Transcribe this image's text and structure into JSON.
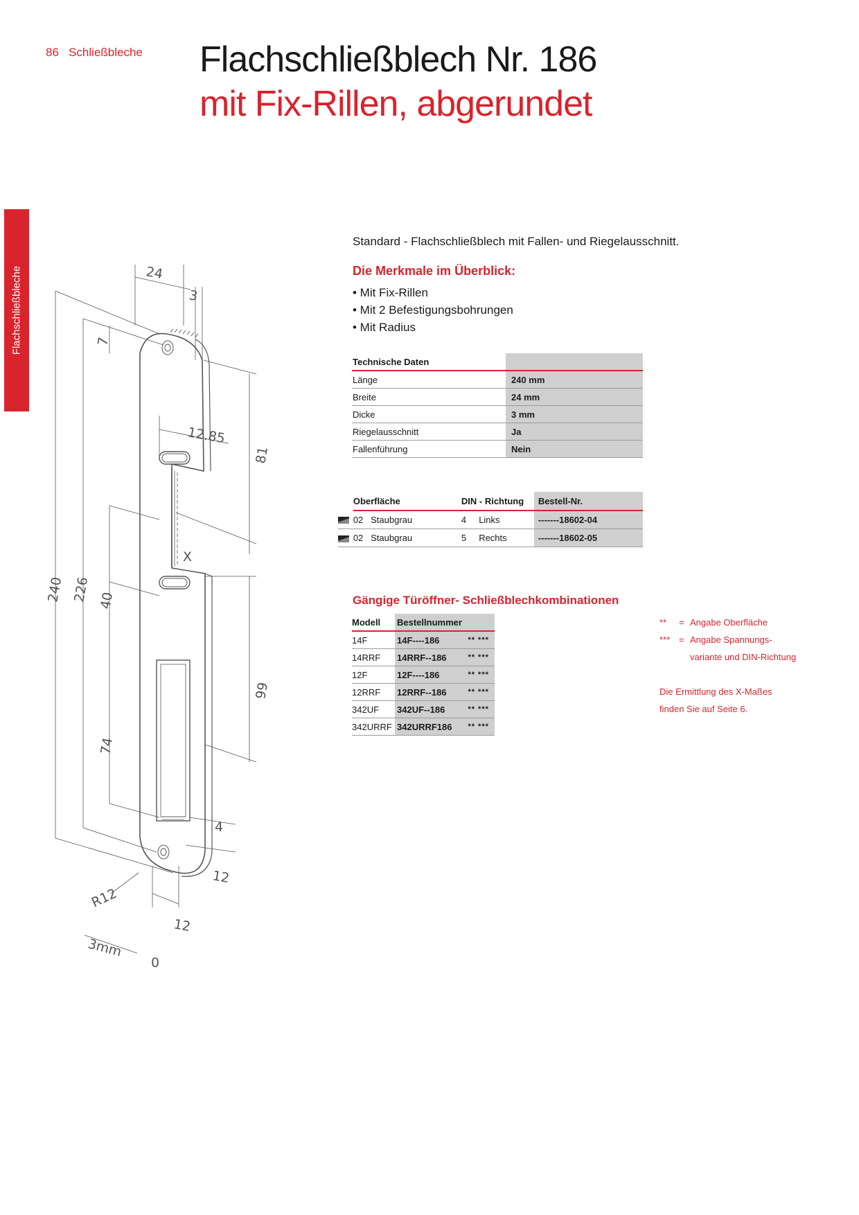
{
  "header": {
    "page_number": "86",
    "section": "Schließbleche",
    "title_line1": "Flachschließblech Nr. 186",
    "title_line2": "mit Fix-Rillen, abgerundet"
  },
  "side_tab": "Flachschließbleche",
  "intro": "Standard - Flachschließblech mit Fallen- und Riegelausschnitt.",
  "features": {
    "heading": "Die Merkmale im Überblick:",
    "items": [
      "• Mit Fix-Rillen",
      "• Mit 2 Befestigungsbohrungen",
      "• Mit Radius"
    ]
  },
  "tech_data": {
    "heading": "Technische Daten",
    "rows": [
      {
        "label": "Länge",
        "value": "240 mm"
      },
      {
        "label": "Breite",
        "value": "24 mm"
      },
      {
        "label": "Dicke",
        "value": "3 mm"
      },
      {
        "label": "Riegelausschnitt",
        "value": "Ja"
      },
      {
        "label": "Fallenführung",
        "value": "Nein"
      }
    ]
  },
  "surface_table": {
    "headers": [
      "Oberfläche",
      "DIN - Richtung",
      "Bestell-Nr."
    ],
    "rows": [
      {
        "code": "02",
        "name": "Staubgrau",
        "din": "4",
        "dir": "Links",
        "order": "-------18602-04"
      },
      {
        "code": "02",
        "name": "Staubgrau",
        "din": "5",
        "dir": "Rechts",
        "order": "-------18602-05"
      }
    ]
  },
  "combinations": {
    "heading": "Gängige Türöffner- Schließblechkombinationen",
    "headers": [
      "Modell",
      "Bestellnummer"
    ],
    "rows": [
      {
        "model": "14F",
        "order": "14F----186",
        "stars": "** ***"
      },
      {
        "model": "14RRF",
        "order": "14RRF--186",
        "stars": "** ***"
      },
      {
        "model": "12F",
        "order": "12F----186",
        "stars": "** ***"
      },
      {
        "model": "12RRF",
        "order": "12RRF--186",
        "stars": "** ***"
      },
      {
        "model": "342UF",
        "order": "342UF--186",
        "stars": "** ***"
      },
      {
        "model": "342URRF",
        "order": "342URRF186",
        "stars": "** ***"
      }
    ]
  },
  "notes": {
    "n1_key": "**",
    "n1_eq": "=",
    "n1_text": "Angabe Oberfläche",
    "n2_key": "***",
    "n2_eq": "=",
    "n2_text": "Angabe Spannungs-",
    "n2_text2": "variante und DIN-Richtung",
    "x_line1": "Die Ermittlung des X-Maßes",
    "x_line2": "finden Sie auf Seite 6."
  },
  "drawing_labels": {
    "d24": "24",
    "d3": "3",
    "d7": "7",
    "d12_85": "12.85",
    "d81": "81",
    "dX": "X",
    "d240": "240",
    "d226": "226",
    "d40": "40",
    "d99": "99",
    "d74": "74",
    "d4": "4",
    "d12a": "12",
    "dR12": "R12",
    "d12b": "12",
    "d3mm": "3mm",
    "d0": "0"
  },
  "colors": {
    "accent": "#d9232d",
    "table_shade": "#cfcfcf"
  }
}
